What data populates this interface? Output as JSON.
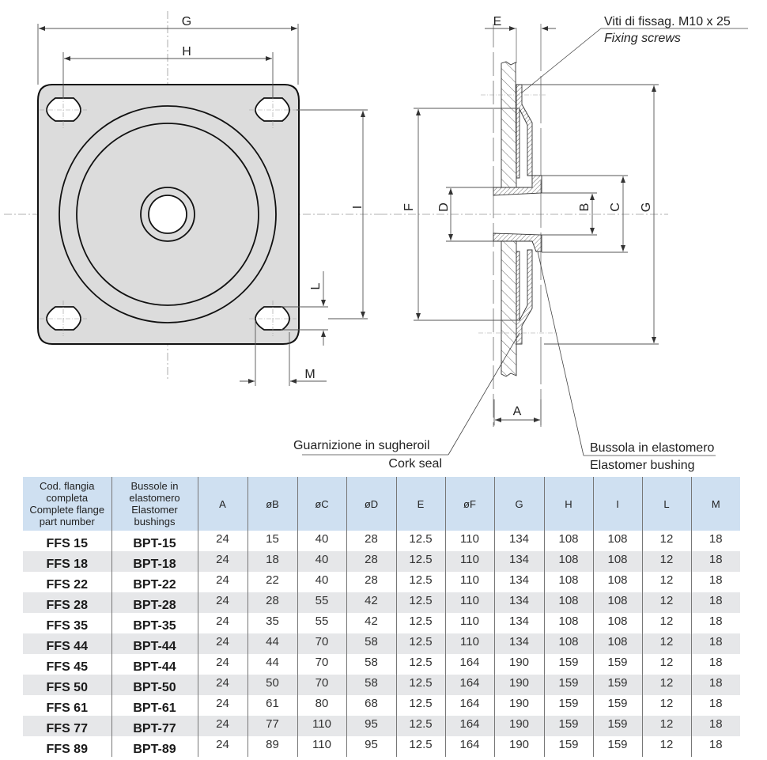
{
  "drawing": {
    "front_view_labels": {
      "G": "G",
      "H": "H",
      "I": "I",
      "L": "L",
      "M": "M"
    },
    "side_view_labels": {
      "E": "E",
      "F": "F",
      "D": "D",
      "B": "B",
      "C": "C",
      "G": "G",
      "A": "A"
    },
    "callouts": {
      "fixing_screws_it": "Viti di fissag. M10 x 25",
      "fixing_screws_en": "Fixing screws",
      "cork_seal_it": "Guarnizione in sugheroil",
      "cork_seal_en": "Cork seal",
      "bushing_it": "Bussola in elastomero",
      "bushing_en": "Elastomer bushing"
    }
  },
  "table": {
    "header_color": "#cfe0f1",
    "alt_row_color": "#e6e7e9",
    "headers": [
      {
        "lines": [
          "Cod. flangia",
          "completa",
          "Complete flange",
          "part number"
        ]
      },
      {
        "lines": [
          "Bussole in",
          "elastomero",
          "Elastomer",
          "bushings"
        ]
      },
      {
        "lines": [
          "A"
        ]
      },
      {
        "lines": [
          "øB"
        ]
      },
      {
        "lines": [
          "øC"
        ]
      },
      {
        "lines": [
          "øD"
        ]
      },
      {
        "lines": [
          "E"
        ]
      },
      {
        "lines": [
          "øF"
        ]
      },
      {
        "lines": [
          "G"
        ]
      },
      {
        "lines": [
          "H"
        ]
      },
      {
        "lines": [
          "I"
        ]
      },
      {
        "lines": [
          "L"
        ]
      },
      {
        "lines": [
          "M"
        ]
      }
    ],
    "rows": [
      [
        "FFS 15",
        "BPT-15",
        "24",
        "15",
        "40",
        "28",
        "12.5",
        "110",
        "134",
        "108",
        "108",
        "12",
        "18"
      ],
      [
        "FFS 18",
        "BPT-18",
        "24",
        "18",
        "40",
        "28",
        "12.5",
        "110",
        "134",
        "108",
        "108",
        "12",
        "18"
      ],
      [
        "FFS 22",
        "BPT-22",
        "24",
        "22",
        "40",
        "28",
        "12.5",
        "110",
        "134",
        "108",
        "108",
        "12",
        "18"
      ],
      [
        "FFS 28",
        "BPT-28",
        "24",
        "28",
        "55",
        "42",
        "12.5",
        "110",
        "134",
        "108",
        "108",
        "12",
        "18"
      ],
      [
        "FFS 35",
        "BPT-35",
        "24",
        "35",
        "55",
        "42",
        "12.5",
        "110",
        "134",
        "108",
        "108",
        "12",
        "18"
      ],
      [
        "FFS 44",
        "BPT-44",
        "24",
        "44",
        "70",
        "58",
        "12.5",
        "110",
        "134",
        "108",
        "108",
        "12",
        "18"
      ],
      [
        "FFS 45",
        "BPT-44",
        "24",
        "44",
        "70",
        "58",
        "12.5",
        "164",
        "190",
        "159",
        "159",
        "12",
        "18"
      ],
      [
        "FFS 50",
        "BPT-50",
        "24",
        "50",
        "70",
        "58",
        "12.5",
        "164",
        "190",
        "159",
        "159",
        "12",
        "18"
      ],
      [
        "FFS 61",
        "BPT-61",
        "24",
        "61",
        "80",
        "68",
        "12.5",
        "164",
        "190",
        "159",
        "159",
        "12",
        "18"
      ],
      [
        "FFS 77",
        "BPT-77",
        "24",
        "77",
        "110",
        "95",
        "12.5",
        "164",
        "190",
        "159",
        "159",
        "12",
        "18"
      ],
      [
        "FFS 89",
        "BPT-89",
        "24",
        "89",
        "110",
        "95",
        "12.5",
        "164",
        "190",
        "159",
        "159",
        "12",
        "18"
      ]
    ]
  }
}
